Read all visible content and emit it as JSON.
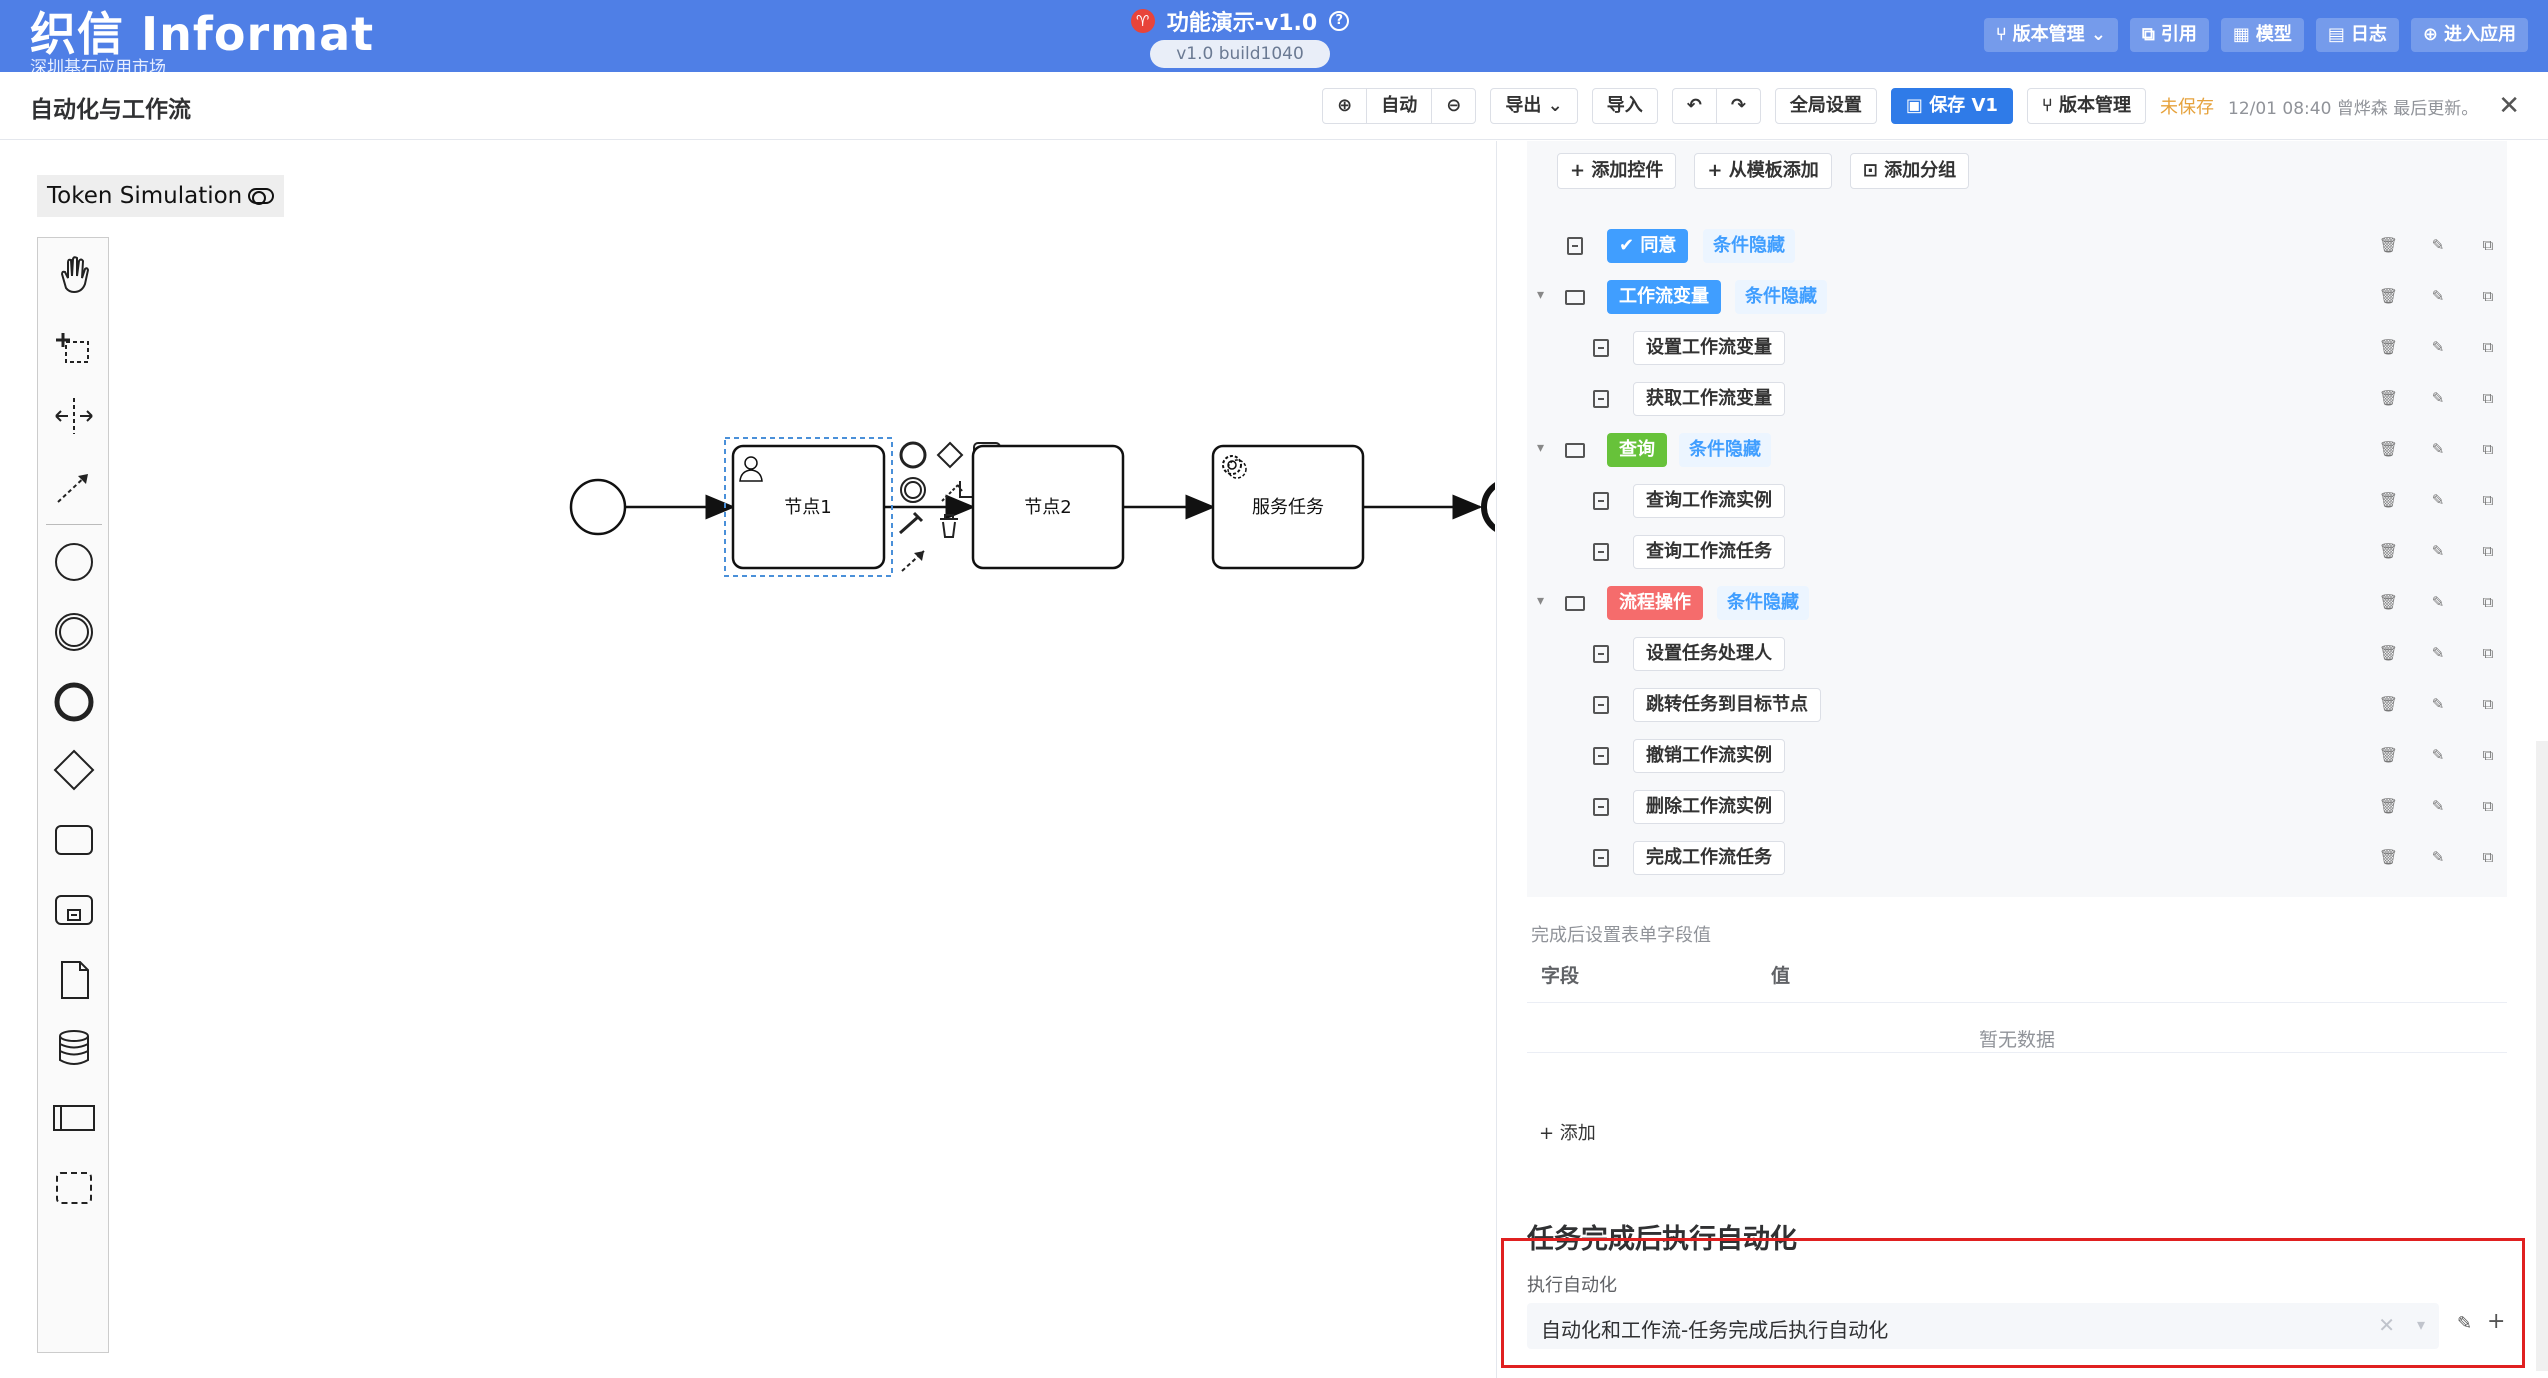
{
  "brand": {
    "name": "织信 Informat",
    "subtitle": "深圳基石应用市场"
  },
  "app": {
    "title": "功能演示-v1.0",
    "build": "v1.0 build1040",
    "logo_glyph": "♈"
  },
  "top_actions": [
    {
      "label": "版本管理 ⌄",
      "icon": "branch-icon"
    },
    {
      "label": "引用",
      "icon": "reference-icon"
    },
    {
      "label": "模型",
      "icon": "model-icon"
    },
    {
      "label": "日志",
      "icon": "log-icon"
    },
    {
      "label": "进入应用",
      "icon": "enter-icon"
    }
  ],
  "toolbar": {
    "title": "自动化与工作流",
    "zoom_in": "⊕",
    "zoom_auto": "自动",
    "zoom_out": "⊖",
    "export": "导出 ⌄",
    "import": "导入",
    "undo": "↶",
    "redo": "↷",
    "global_settings": "全局设置",
    "save": "保存 V1",
    "version_mgmt": "版本管理",
    "unsaved": "未保存",
    "save_meta": "12/01 08:40 曾烨森 最后更新。",
    "close": "✕"
  },
  "canvas": {
    "token_simulation": "Token Simulation",
    "nodes": [
      {
        "id": "node1",
        "label": "节点1",
        "type": "user-task"
      },
      {
        "id": "node2",
        "label": "节点2",
        "type": "task"
      },
      {
        "id": "service",
        "label": "服务任务",
        "type": "service-task"
      }
    ],
    "palette": [
      "hand-tool-icon",
      "lasso-tool-icon",
      "space-tool-icon",
      "connect-tool-icon",
      "start-event-icon",
      "intermediate-event-icon",
      "end-event-icon",
      "gateway-icon",
      "task-icon",
      "subprocess-icon",
      "data-object-icon",
      "data-store-icon",
      "pool-icon",
      "group-icon"
    ]
  },
  "panel": {
    "tree_actions": [
      "+ 添加控件",
      "+ 从模板添加",
      "⊡ 添加分组"
    ],
    "tree": [
      {
        "kind": "leaf-tag",
        "label": "✔ 同意",
        "color": "#409eff",
        "hint": "条件隐藏",
        "level": 0
      },
      {
        "kind": "group",
        "label": "工作流变量",
        "color": "#409eff",
        "hint": "条件隐藏",
        "level": 0
      },
      {
        "kind": "leaf",
        "label": "设置工作流变量",
        "level": 1
      },
      {
        "kind": "leaf",
        "label": "获取工作流变量",
        "level": 1
      },
      {
        "kind": "group",
        "label": "查询",
        "color": "#67c23a",
        "hint": "条件隐藏",
        "level": 0
      },
      {
        "kind": "leaf",
        "label": "查询工作流实例",
        "level": 1
      },
      {
        "kind": "leaf",
        "label": "查询工作流任务",
        "level": 1
      },
      {
        "kind": "group",
        "label": "流程操作",
        "color": "#f56c6c",
        "hint": "条件隐藏",
        "level": 0
      },
      {
        "kind": "leaf",
        "label": "设置任务处理人",
        "level": 1
      },
      {
        "kind": "leaf",
        "label": "跳转任务到目标节点",
        "level": 1
      },
      {
        "kind": "leaf",
        "label": "撤销工作流实例",
        "level": 1
      },
      {
        "kind": "leaf",
        "label": "删除工作流实例",
        "level": 1
      },
      {
        "kind": "leaf",
        "label": "完成工作流任务",
        "level": 1
      }
    ],
    "field_section": {
      "label": "完成后设置表单字段值",
      "col_field": "字段",
      "col_value": "值",
      "empty": "暂无数据",
      "add": "+ 添加"
    },
    "automation": {
      "title": "任务完成后执行自动化",
      "label": "执行自动化",
      "value": "自动化和工作流-任务完成后执行自动化",
      "clear": "✕",
      "caret": "▾",
      "edit": "✎",
      "add": "+"
    }
  },
  "colors": {
    "brand_blue": "#4f7fe6",
    "primary": "#2f7be8",
    "highlight_red": "#e02020"
  }
}
